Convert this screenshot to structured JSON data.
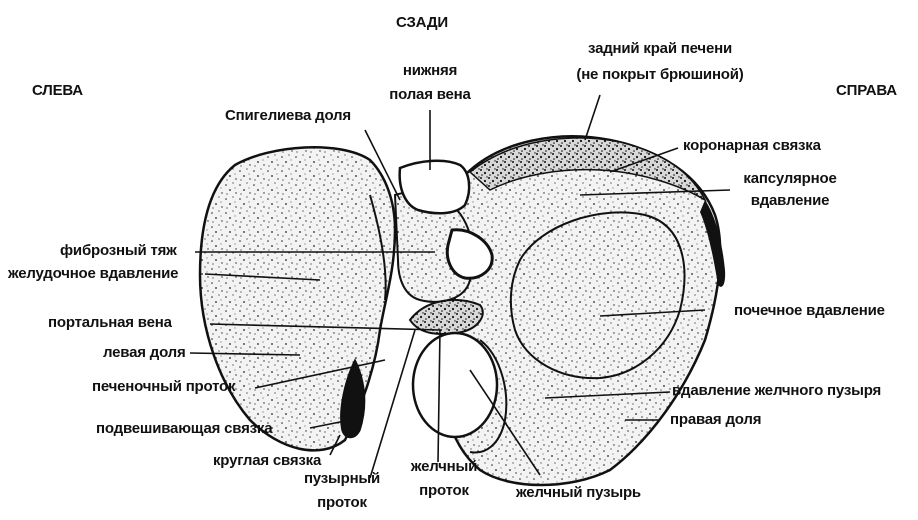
{
  "orientation": {
    "top": "СЗАДИ",
    "left": "СЛЕВА",
    "right": "СПРАВА"
  },
  "labels": {
    "ivc_line1": "нижняя",
    "ivc_line2": "полая вена",
    "posterior_edge_line1": "задний край печени",
    "posterior_edge_line2": "(не покрыт брюшиной)",
    "caudate_lobe": "Спигелиева доля",
    "coronary_ligament": "коронарная связка",
    "capsular_impression_line1": "капсулярное",
    "capsular_impression_line2": "вдавление",
    "fibrous_cord": "фиброзный тяж",
    "gastric_impression": "желудочное вдавление",
    "renal_impression": "почечное вдавление",
    "portal_vein": "портальная вена",
    "left_lobe": "левая доля",
    "hepatic_duct": "печеночный проток",
    "gallbladder_impression": "вдавление желчного пузыря",
    "right_lobe": "правая доля",
    "falciform_ligament": "подвешивающая связка",
    "round_ligament": "круглая связка",
    "cystic_duct_line1": "пузырный",
    "cystic_duct_line2": "проток",
    "bile_duct_line1": "желчный",
    "bile_duct_line2": "проток",
    "gallbladder": "желчный пузырь"
  }
}
